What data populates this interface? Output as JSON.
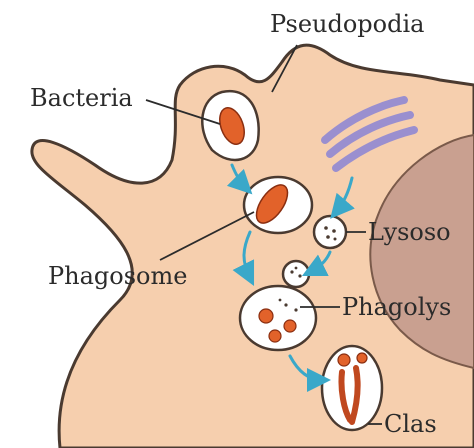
{
  "labels": {
    "pseudopodia": "Pseudopodia",
    "bacteria": "Bacteria",
    "lysosome": "Lysoso",
    "phagosome": "Phagosome",
    "phagolysosome": "Phagolys",
    "clasma": "Clas"
  },
  "colors": {
    "cell_fill": "#f6cfae",
    "cell_outline": "#4a3a30",
    "nucleus": "#c9a090",
    "bacterium": "#e2622a",
    "golgi": "#9a8fcf",
    "arrow": "#3aa8c9",
    "vesicle": "#ffffff"
  }
}
